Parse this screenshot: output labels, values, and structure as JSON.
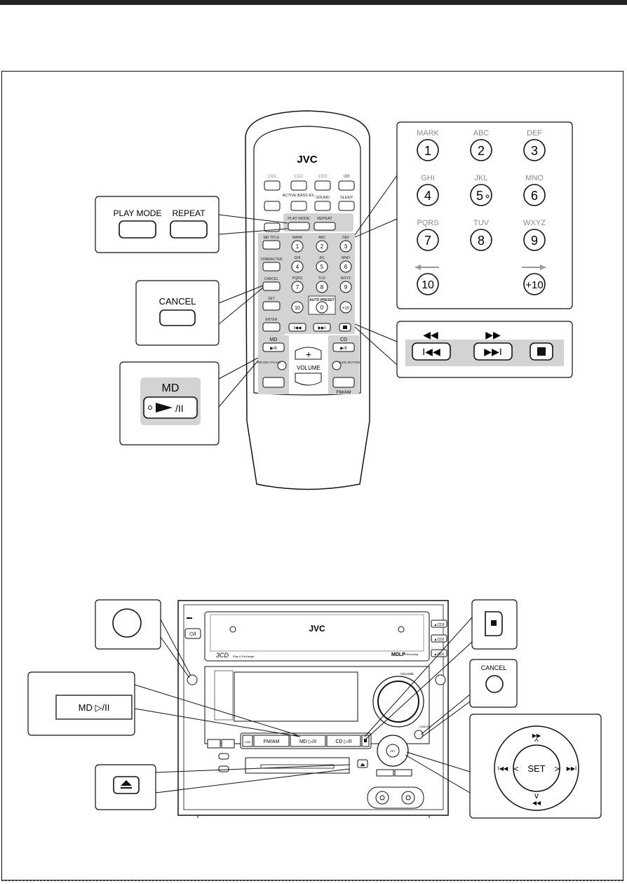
{
  "brand": "JVC",
  "remote": {
    "top_row": [
      "CD1",
      "CD2",
      "CD3",
      "⏻/I"
    ],
    "row2": [
      "ACTIVE BASS EX.",
      "SOUND",
      "SLEEP"
    ],
    "row3": [
      "PLAY MODE",
      "REPEAT"
    ],
    "side": [
      "MD TITLE",
      "CHARACTER",
      "CANCEL",
      "SET",
      "ENTER"
    ],
    "keypad": [
      {
        "letters": "MARK",
        "digit": "1"
      },
      {
        "letters": "ABC",
        "digit": "2"
      },
      {
        "letters": "DEF",
        "digit": "3"
      },
      {
        "letters": "GHI",
        "digit": "4"
      },
      {
        "letters": "JKL",
        "digit": "5"
      },
      {
        "letters": "MNO",
        "digit": "6"
      },
      {
        "letters": "PQRS",
        "digit": "7"
      },
      {
        "letters": "TUV",
        "digit": "8"
      },
      {
        "letters": "WXYZ",
        "digit": "9"
      }
    ],
    "auto_preset": "AUTO PRESET",
    "ten": "10",
    "zero": "0",
    "plus_ten": "+10",
    "md": "MD",
    "cd": "CD",
    "md_rec_pause": "MD REC PAUSE",
    "volume": "VOLUME",
    "fade_muting": "FADE MUTING",
    "fm_am": "FM/AM"
  },
  "callouts": {
    "play_mode": "PLAY MODE",
    "repeat": "REPEAT",
    "cancel": "CANCEL",
    "md": "MD",
    "keypad": [
      {
        "letters": "MARK",
        "digit": "1"
      },
      {
        "letters": "ABC",
        "digit": "2"
      },
      {
        "letters": "DEF",
        "digit": "3"
      },
      {
        "letters": "GHI",
        "digit": "4"
      },
      {
        "letters": "JKL",
        "digit": "5"
      },
      {
        "letters": "MNO",
        "digit": "6"
      },
      {
        "letters": "PQRS",
        "digit": "7"
      },
      {
        "letters": "TUV",
        "digit": "8"
      },
      {
        "letters": "WXYZ",
        "digit": "9"
      }
    ],
    "ten": "10",
    "plus_ten": "+10",
    "front_md": "MD ▷/II",
    "front_cancel": "CANCEL",
    "set": "SET"
  },
  "unit": {
    "cd_label": "3CD",
    "cd_sub": "Play & Exchange",
    "mdlp": "MDLP",
    "mdlp_sub": "Recording",
    "trays": [
      "▲CD3",
      "▲CD2",
      "▲CD1"
    ],
    "volume": "VOLUME",
    "line": "LINE",
    "fm_am": "FM/AM",
    "md_play": "MD ▷/II",
    "cd_play": "CD ▷/II",
    "set": "SET",
    "cancel": "CANCEL"
  }
}
